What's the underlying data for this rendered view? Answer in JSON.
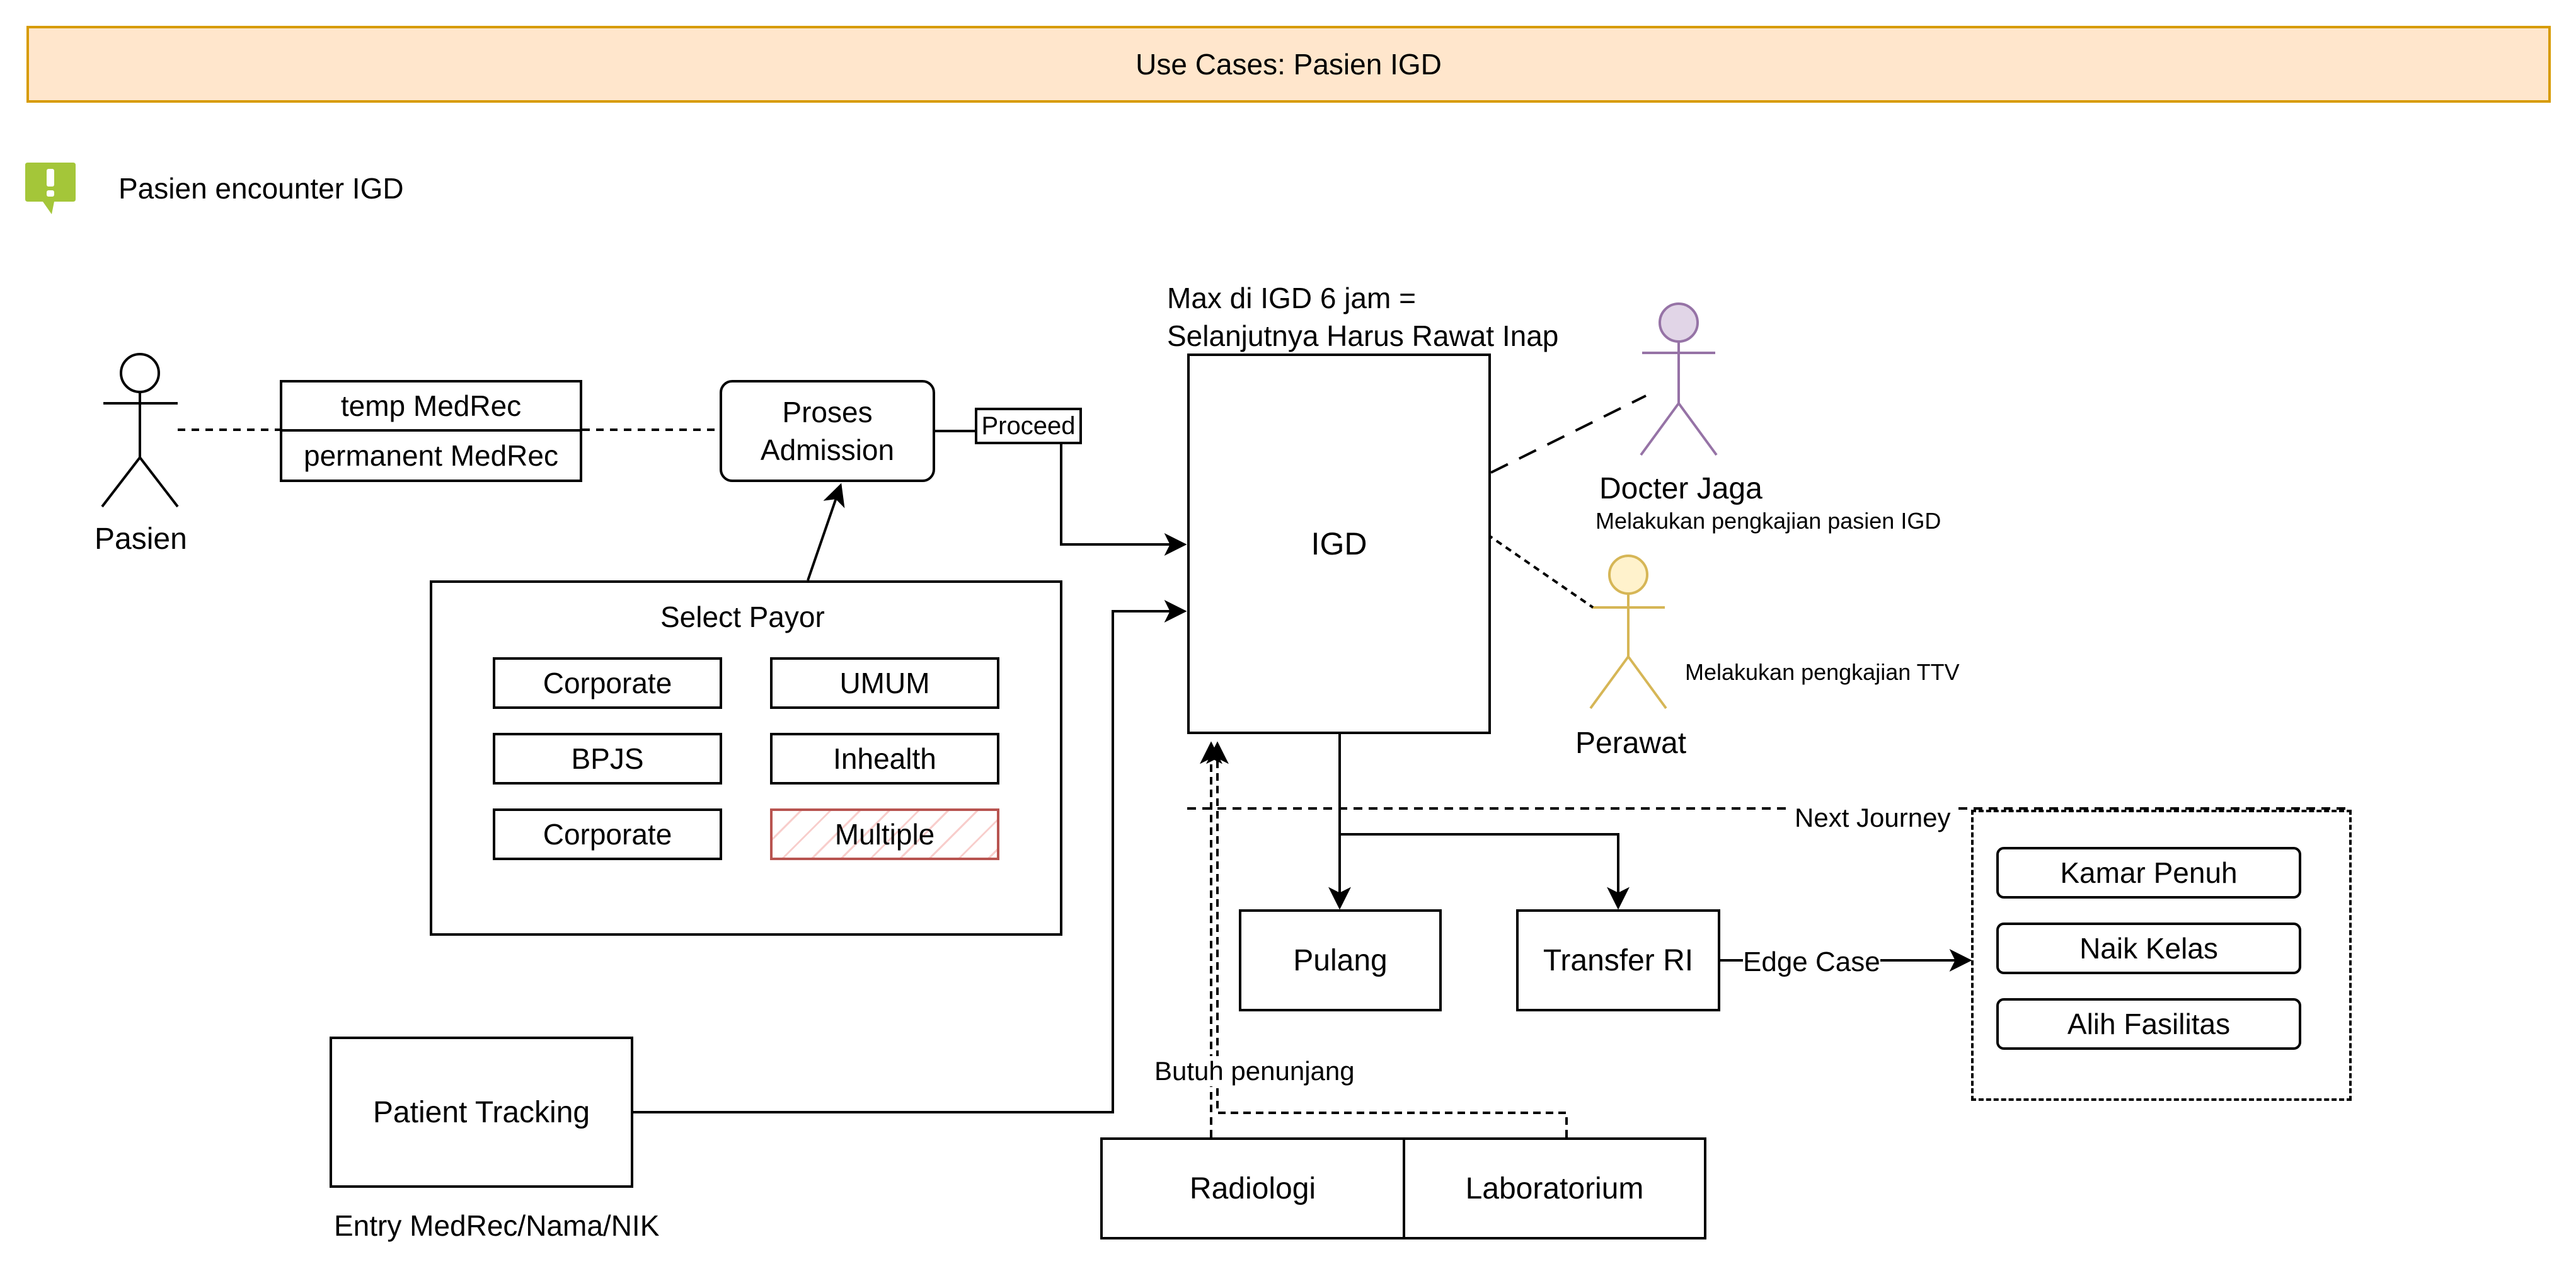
{
  "banner": {
    "title": "Use Cases: Pasien IGD"
  },
  "encounter": {
    "label": "Pasien encounter IGD",
    "icon": "alert-speech-icon",
    "color": "#a4c639"
  },
  "actors": {
    "pasien": {
      "label": "Pasien",
      "color": "#000000"
    },
    "docter": {
      "label": "Docter Jaga",
      "note": "Melakukan pengkajian pasien IGD",
      "color": "#9673a6",
      "fill": "#e1d5e7"
    },
    "perawat": {
      "label": "Perawat",
      "note": "Melakukan pengkajian TTV",
      "color": "#d6b656",
      "fill": "#fff2cc"
    }
  },
  "medrec": {
    "temp": "temp MedRec",
    "permanent": "permanent MedRec"
  },
  "admission": {
    "label": "Proses Admission",
    "proceed": "Proceed"
  },
  "igd": {
    "label": "IGD",
    "note_line1": "Max di IGD 6 jam =",
    "note_line2": "Selanjutnya Harus Rawat Inap"
  },
  "payor": {
    "title": "Select Payor",
    "options": [
      "Corporate",
      "UMUM",
      "BPJS",
      "Inhealth",
      "Corporate",
      "Multiple"
    ]
  },
  "outcomes": {
    "pulang": "Pulang",
    "transfer": "Transfer RI"
  },
  "next_journey": {
    "label": "Next Journey",
    "edge_case": "Edge Case",
    "items": [
      "Kamar Penuh",
      "Naik Kelas",
      "Alih Fasilitas"
    ]
  },
  "tracking": {
    "label": "Patient Tracking",
    "caption": "Entry MedRec/Nama/NIK"
  },
  "penunjang": {
    "label": "Butuh penunjang",
    "radiologi": "Radiologi",
    "laboratorium": "Laboratorium"
  },
  "colors": {
    "banner_fill": "#ffe6cc",
    "banner_stroke": "#d79b00",
    "multiple_stroke": "#b85450"
  }
}
